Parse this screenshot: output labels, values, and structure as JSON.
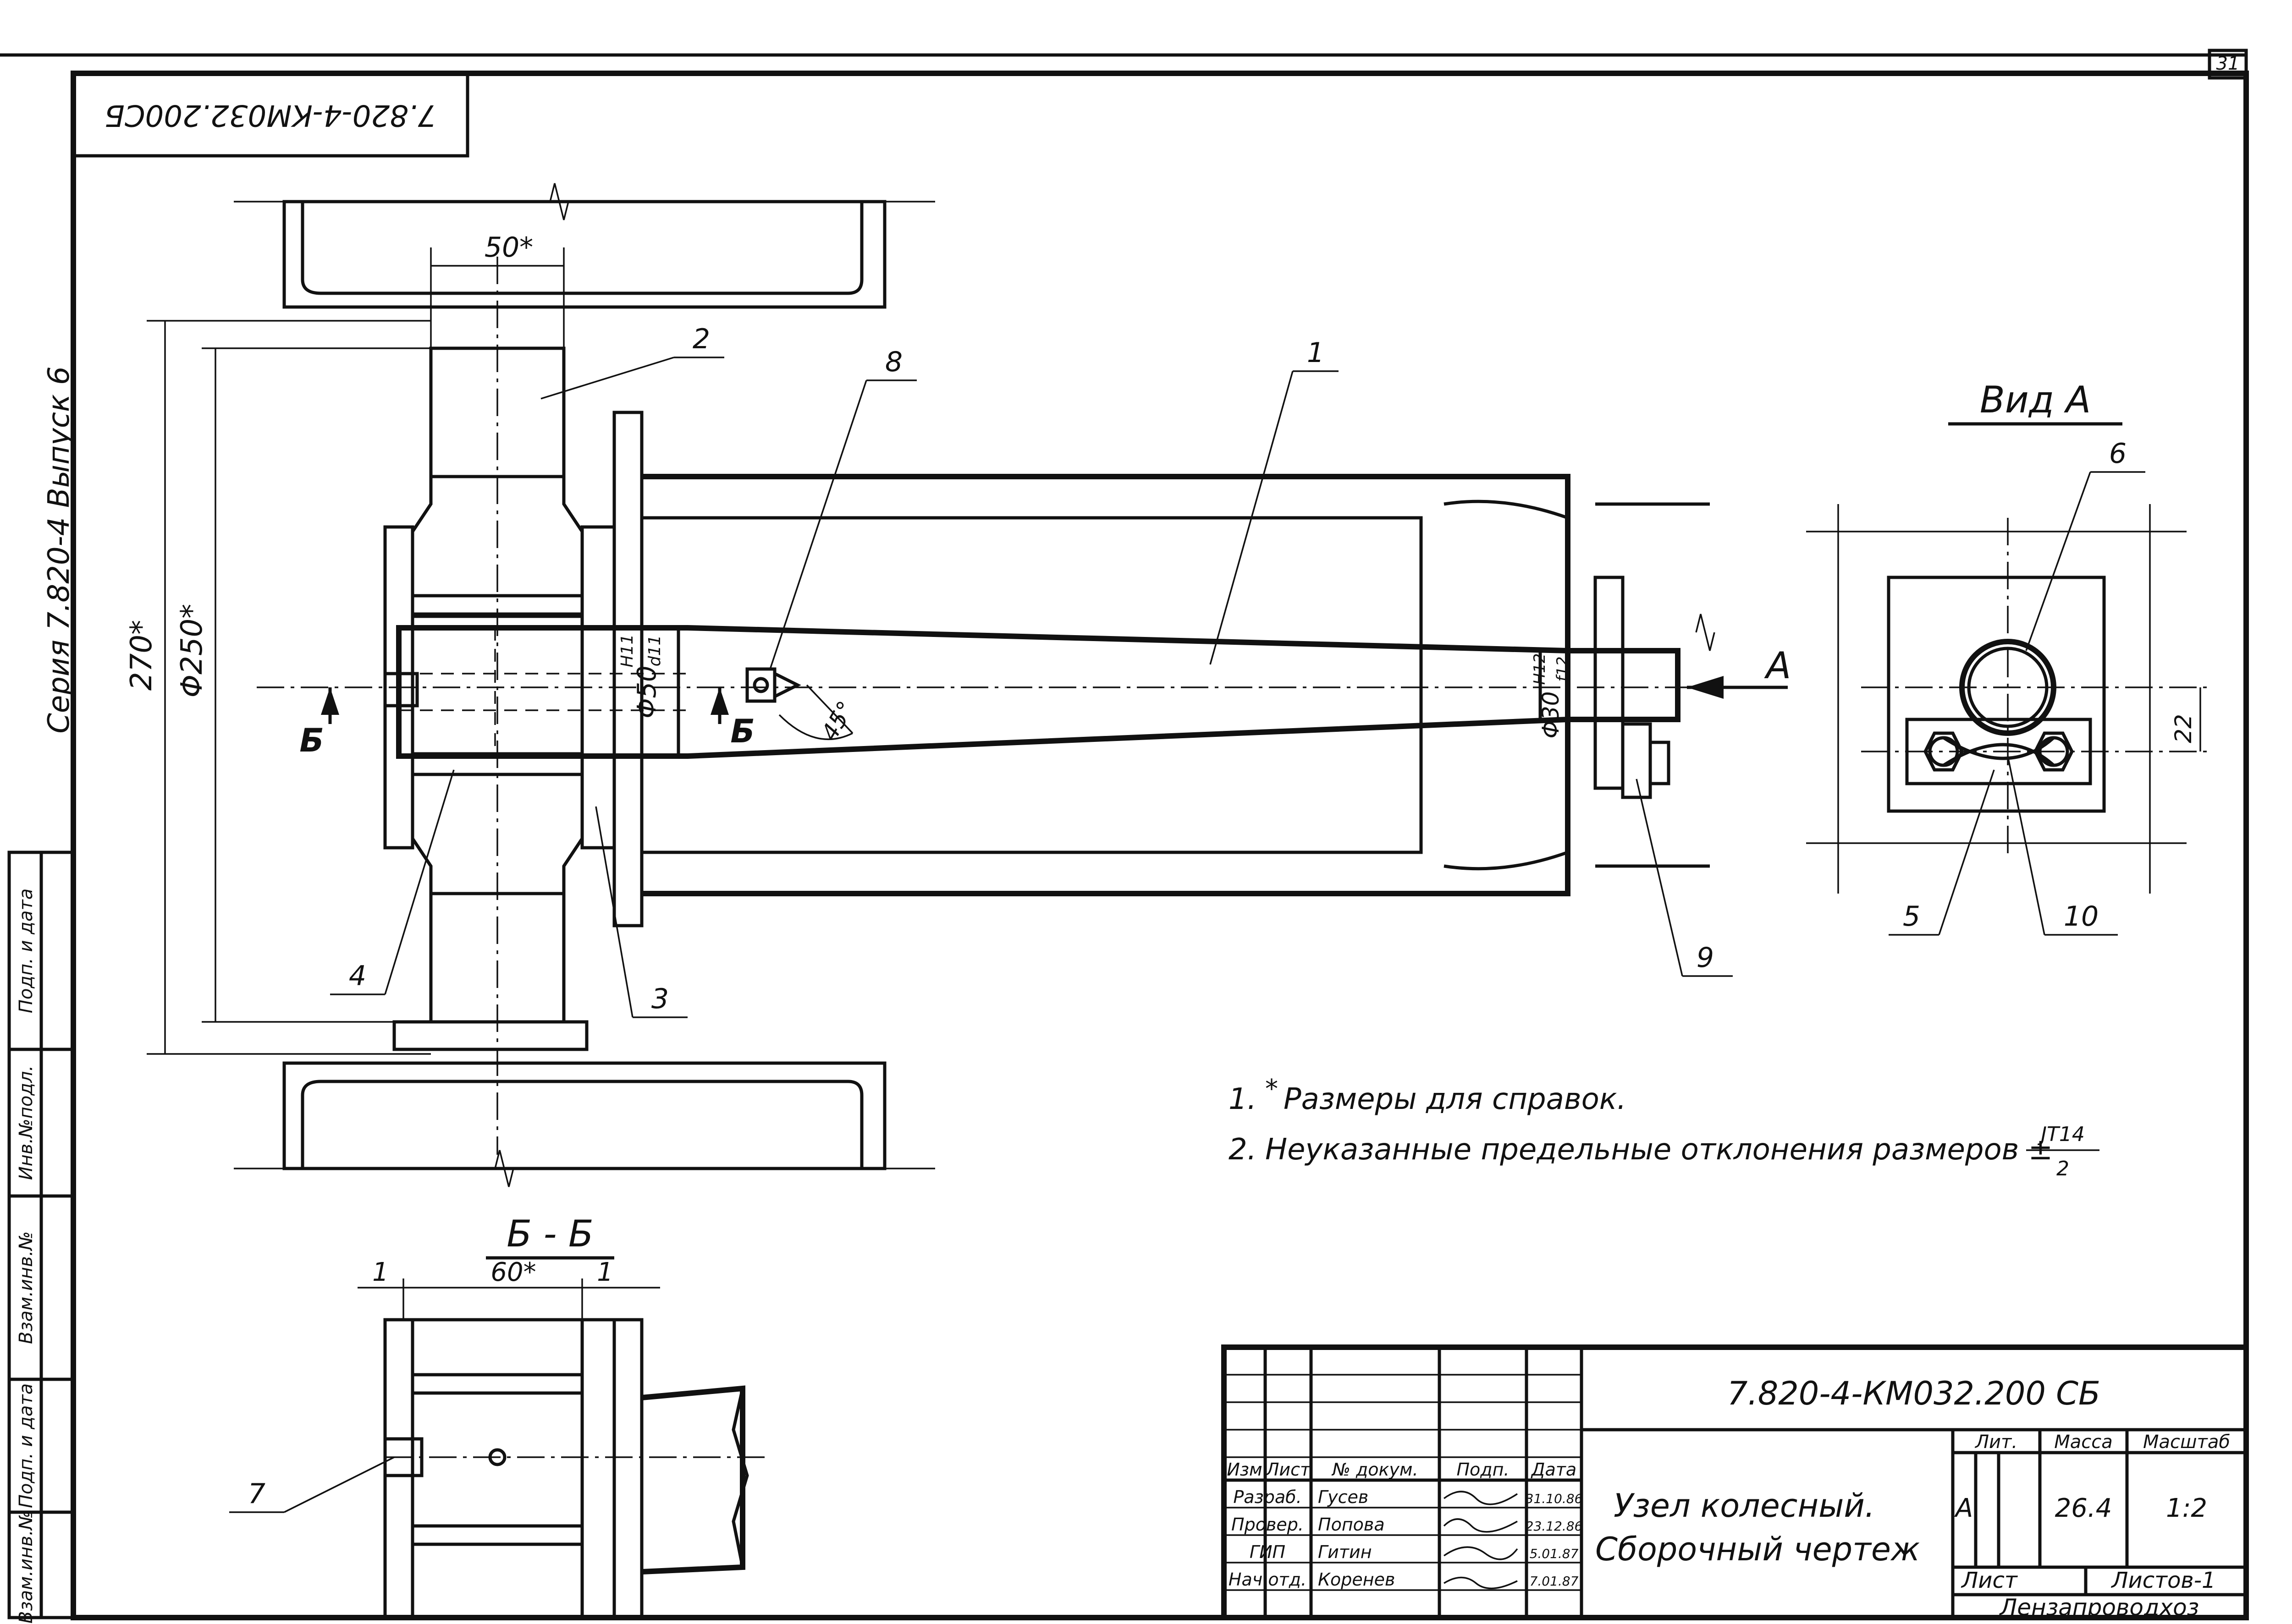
{
  "sheet": {
    "page_number": "31",
    "mirrored_stamp": "7.820-4-КМ032.200СБ",
    "side_series": "Серия 7.820-4 Выпуск 6",
    "margin_table_labels": [
      "Взам.инв.№",
      "Подп. и дата",
      "Инв.№подл.",
      "Подп. и дата",
      "Взам.инв.№"
    ]
  },
  "main_view": {
    "dim_50": "50*",
    "dim_270": "270*",
    "dim_250": "Φ250*",
    "dim_shaft_50": "Φ50",
    "fit_50_top": "H11",
    "fit_50_bottom": "d11",
    "dim_shaft_30": "Φ30",
    "fit_30_top": "H12",
    "fit_30_bottom": "f12",
    "angle_45": "45°",
    "section_mark": "Б",
    "view_arrow_mark": "А",
    "callouts": [
      "1",
      "2",
      "3",
      "4",
      "8",
      "9"
    ]
  },
  "view_a": {
    "title": "Вид А",
    "dim_22": "22",
    "callouts": [
      "6",
      "5",
      "10"
    ]
  },
  "section_bb": {
    "title": "Б - Б",
    "dim_60": "60*",
    "dim_1_left": "1",
    "dim_1_right": "1",
    "callout_7": "7"
  },
  "notes": {
    "note1_number": "1.",
    "note1_star": "*",
    "note1_text": "Размеры для справок.",
    "note2_number": "2.",
    "note2_text": "Неуказанные предельные отклонения размеров ±",
    "note2_frac_top": "JT14",
    "note2_frac_bottom": "2"
  },
  "title_block": {
    "designation": "7.820-4-КМ032.200 СБ",
    "name_line1": "Узел колесный.",
    "name_line2": "Сборочный чертеж",
    "headers": {
      "izm": "Изм",
      "list": "Лист",
      "doc": "№ докум.",
      "podp": "Подп.",
      "data": "Дата"
    },
    "rows": [
      {
        "role": "Разраб.",
        "name": "Гусев",
        "date": "31.10.86"
      },
      {
        "role": "Провер.",
        "name": "Попова",
        "date": "23.12.86"
      },
      {
        "role": "ГИП",
        "name": "Гитин",
        "date": "5.01.87"
      },
      {
        "role": "Нач.отд.",
        "name": "Коренев",
        "date": "7.01.87"
      }
    ],
    "lit_label": "Лит.",
    "mass_label": "Масса",
    "scale_label": "Масштаб",
    "lit_value": "А",
    "mass_value": "26.4",
    "scale_value": "1:2",
    "sheet_label": "Лист",
    "sheets_label": "Листов-1",
    "org": "Лензапроводхоз"
  }
}
